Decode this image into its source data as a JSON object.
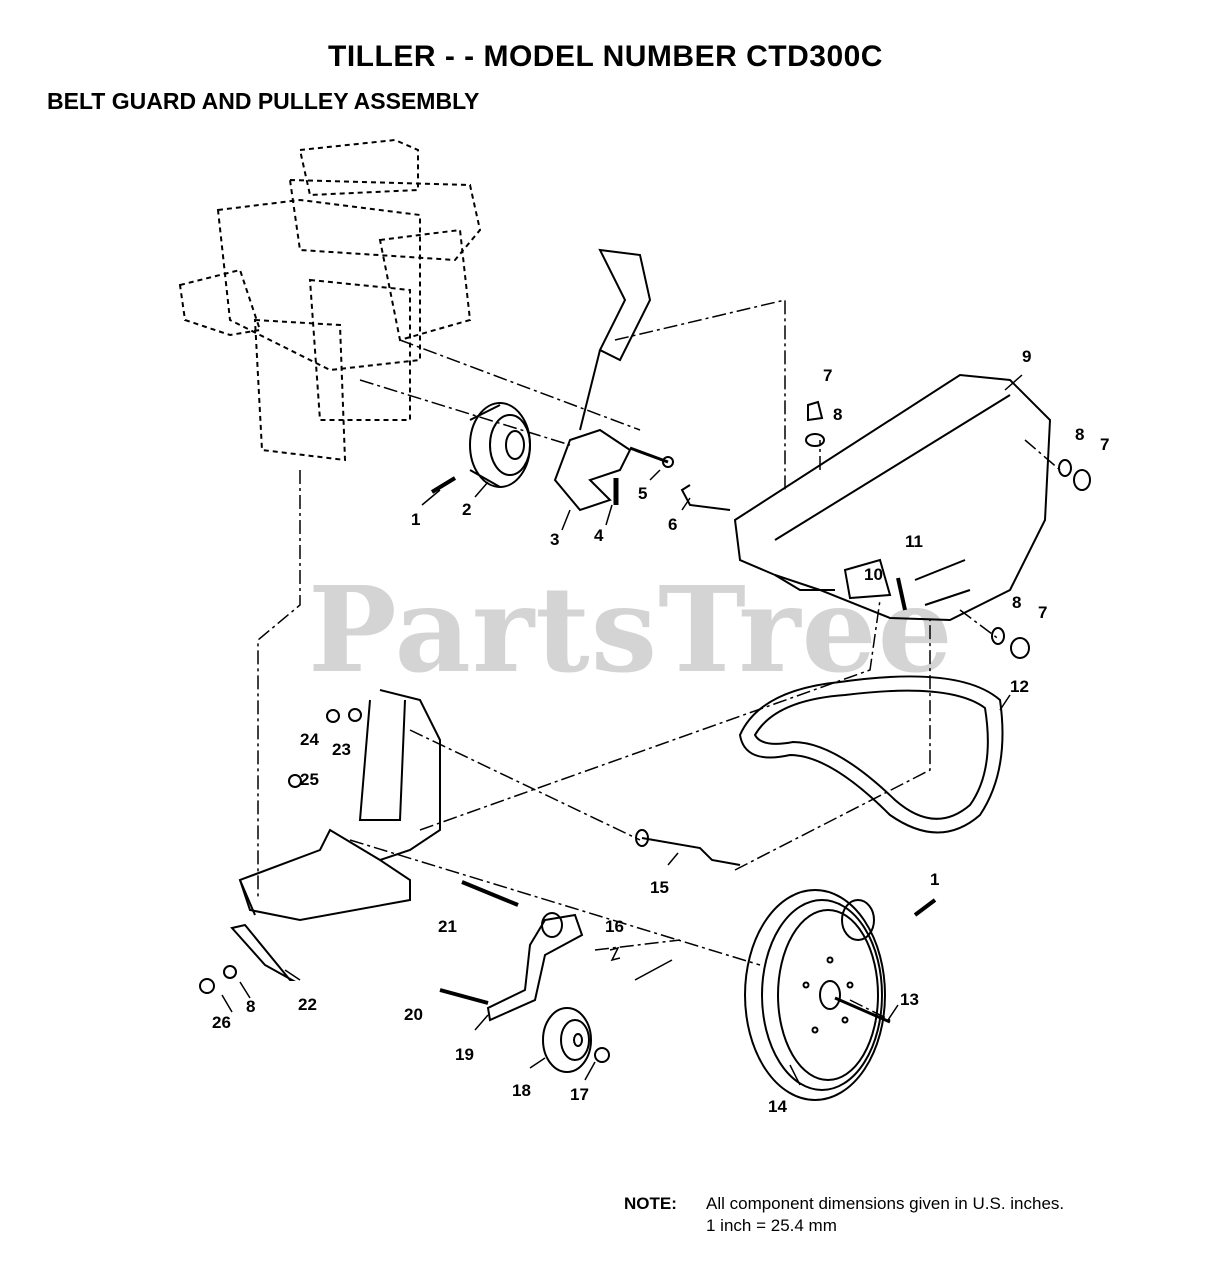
{
  "title": "TILLER - - MODEL NUMBER CTD300C",
  "subtitle": "BELT GUARD AND PULLEY ASSEMBLY",
  "watermark": "PartsTree",
  "callouts": [
    "1",
    "2",
    "3",
    "4",
    "5",
    "6",
    "7",
    "8",
    "9",
    "8",
    "7",
    "11",
    "10",
    "8",
    "7",
    "12",
    "24",
    "23",
    "25",
    "15",
    "1",
    "21",
    "16",
    "22",
    "8",
    "26",
    "20",
    "19",
    "18",
    "17",
    "13",
    "14"
  ],
  "note": {
    "label": "NOTE:",
    "line1": "All component dimensions given in U.S. inches.",
    "line2": "1 inch = 25.4 mm"
  }
}
